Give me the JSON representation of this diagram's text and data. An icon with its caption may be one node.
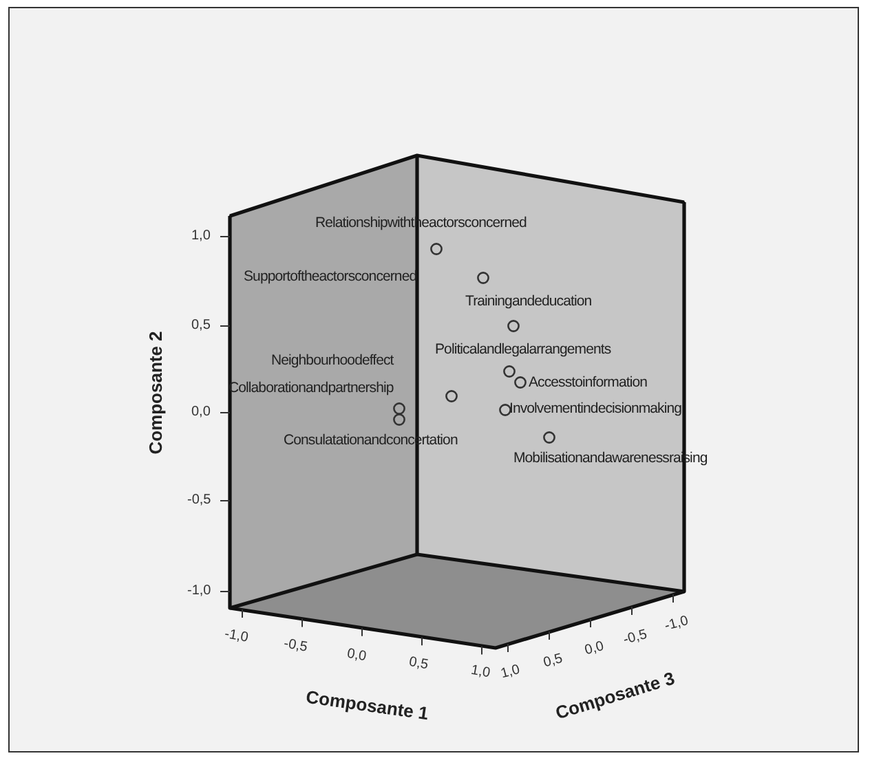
{
  "diagram": {
    "labels": [
      "Relationshipwiththeactorsconcerned",
      "Supportoftheactorsconcerned",
      "Trainingandeducation",
      "Politicalandlegalarrangements",
      "Neighbourhoodeffect",
      "Accesstoinformation",
      "Collaborationandpartnership",
      "Involvementindecisionmaking",
      "Consulatationandconcertation",
      "Mobilisationandawarenessraising",
      "1,0",
      "0,5",
      "0,0",
      "-0,5",
      "-1,0",
      "Composante 2",
      "-1,0",
      "-0,5",
      "0,0",
      "0,5",
      "1,0",
      "1,0",
      "0,5",
      "0,0",
      "-0,5",
      "-1,0",
      "Composante 1",
      "Composante 3"
    ]
  }
}
